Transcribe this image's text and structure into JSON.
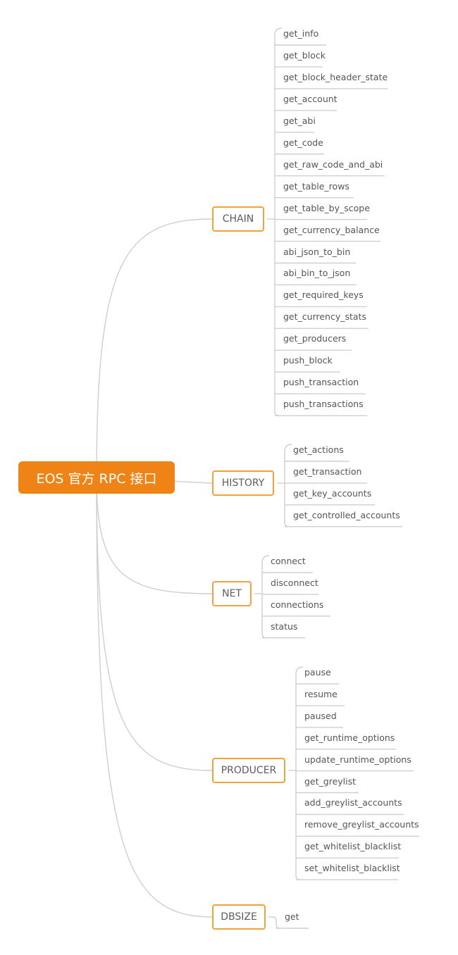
{
  "root": {
    "label": "EOS 官方 RPC 接口"
  },
  "colors": {
    "root_fill": "#F08316",
    "branch_border": "#F2A23B",
    "line": "#cfcfcf",
    "text": "#555555"
  },
  "branches": [
    {
      "key": "chain",
      "label": "CHAIN",
      "items": [
        "get_info",
        "get_block",
        "get_block_header_state",
        "get_account",
        "get_abi",
        "get_code",
        "get_raw_code_and_abi",
        "get_table_rows",
        "get_table_by_scope",
        "get_currency_balance",
        "abi_json_to_bin",
        "abi_bin_to_json",
        "get_required_keys",
        "get_currency_stats",
        "get_producers",
        "push_block",
        "push_transaction",
        "push_transactions"
      ]
    },
    {
      "key": "history",
      "label": "HISTORY",
      "items": [
        "get_actions",
        "get_transaction",
        "get_key_accounts",
        "get_controlled_accounts"
      ]
    },
    {
      "key": "net",
      "label": "NET",
      "items": [
        "connect",
        "disconnect",
        "connections",
        "status"
      ]
    },
    {
      "key": "producer",
      "label": "PRODUCER",
      "items": [
        "pause",
        "resume",
        "paused",
        "get_runtime_options",
        "update_runtime_options",
        "get_greylist",
        "add_greylist_accounts",
        "remove_greylist_accounts",
        "get_whitelist_blacklist",
        "set_whitelist_blacklist"
      ]
    },
    {
      "key": "dbsize",
      "label": "DBSIZE",
      "items": [
        "get"
      ]
    }
  ]
}
